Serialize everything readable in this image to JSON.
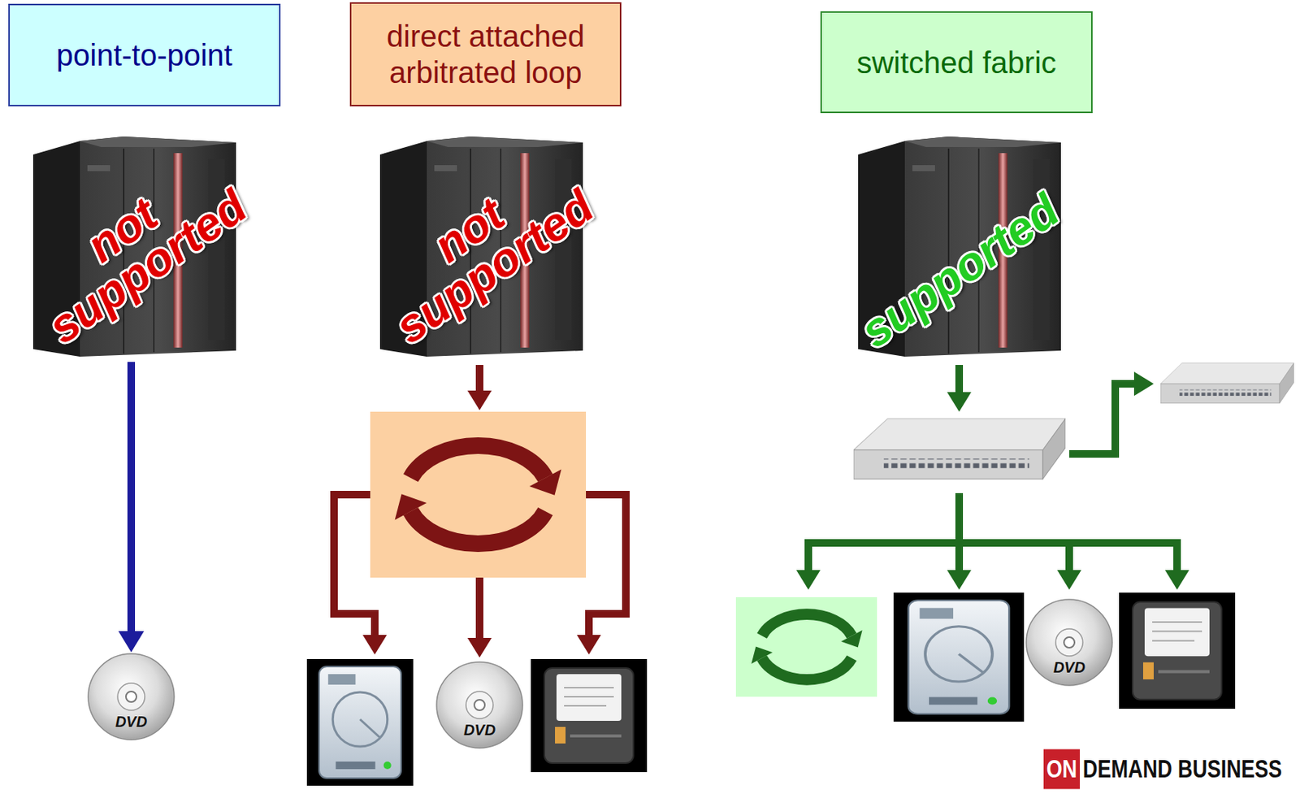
{
  "diagram": {
    "nodes": [
      {
        "text": [
          "point-to-point"
        ]
      },
      {
        "text": [
          "direct attached arbitrated loop"
        ]
      },
      {
        "text": [
          "switched fabric"
        ]
      },
      {
        "text": [
          "not supported"
        ]
      },
      {
        "text": [
          "not supported"
        ]
      },
      {
        "text": [
          "supported"
        ]
      },
      {
        "text": [
          "DVD"
        ]
      },
      {
        "text": [
          "DVD"
        ]
      },
      {
        "text": [
          "DVD"
        ]
      }
    ],
    "edges": [
      {
        "from": 3,
        "to": 6,
        "arrow": "to"
      }
    ],
    "labels": [
      "ON",
      "DEMAND BUSINESS"
    ]
  }
}
